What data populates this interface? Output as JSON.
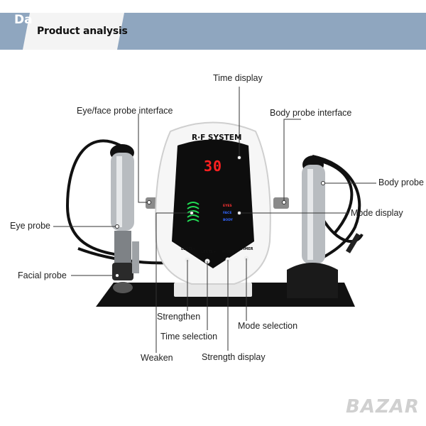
{
  "banner": {
    "logo_text": "Da",
    "title": "Product analysis"
  },
  "device": {
    "brand": "R·F SYSTEM",
    "display_value": "30",
    "modes": [
      "EYES",
      "FACE",
      "BODY"
    ],
    "buttons": [
      "LEVEL-",
      "LEVEL+",
      "MODE",
      "TIMER"
    ]
  },
  "callouts": {
    "time_display": "Time display",
    "eye_face_probe_interface": "Eye/face probe interface",
    "body_probe_interface": "Body probe interface",
    "body_probe": "Body probe",
    "mode_display": "Mode display",
    "eye_probe": "Eye probe",
    "facial_probe": "Facial probe",
    "strengthen": "Strengthen",
    "time_selection": "Time selection",
    "mode_selection": "Mode selection",
    "weaken": "Weaken",
    "strength_display": "Strength display"
  },
  "watermark": "BAZAR",
  "colors": {
    "banner_bg": "#8fa6bf",
    "lcd_red": "#ff2020",
    "strength_green": "#22dd55",
    "mode_red": "#ff3333",
    "mode_blue": "#3366ff"
  }
}
